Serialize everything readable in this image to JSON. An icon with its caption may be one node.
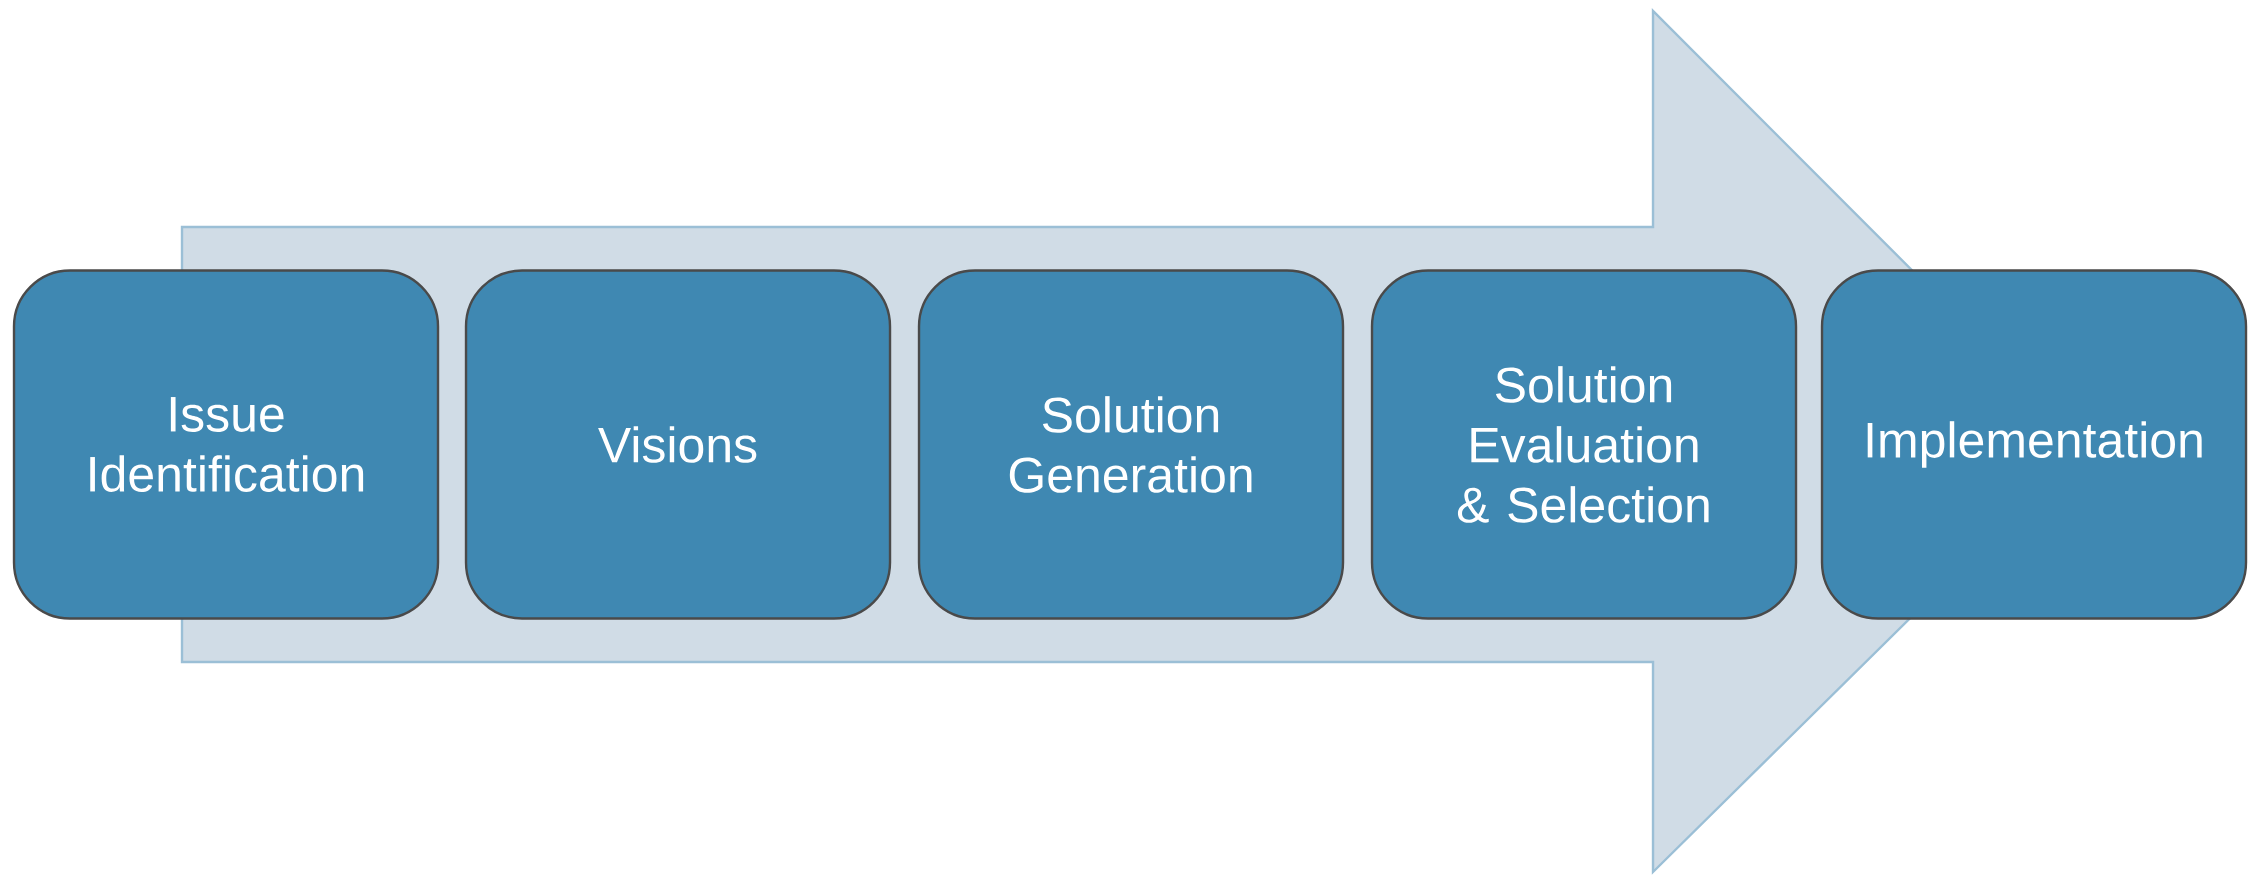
{
  "diagram": {
    "nodes": [
      {
        "text": [
          "Issue Identification"
        ]
      },
      {
        "text": [
          "Visions"
        ]
      },
      {
        "text": [
          "Solution Generation"
        ]
      },
      {
        "text": [
          "Solution Evaluation & Selection"
        ]
      },
      {
        "text": [
          "Implementation"
        ]
      }
    ],
    "edges": [
      {
        "from": 0,
        "to": 4,
        "arrow": "to"
      }
    ]
  }
}
